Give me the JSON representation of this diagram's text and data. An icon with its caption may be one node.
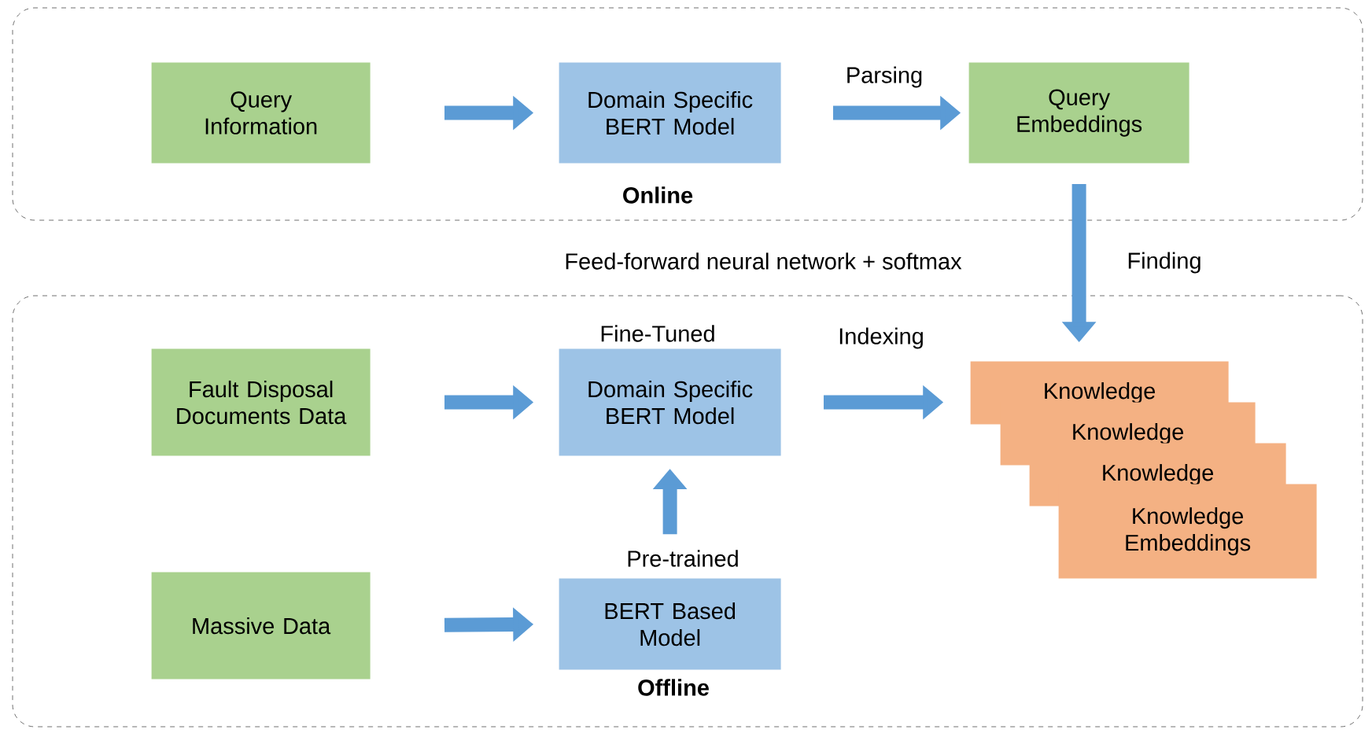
{
  "diagram": {
    "nodes": [
      {
        "text": [
          "Online"
        ]
      },
      {
        "text": [
          "Offline"
        ]
      },
      {
        "text": [
          "Query Information"
        ],
        "in": 0
      },
      {
        "text": [
          "Domain Specific BERT Model"
        ],
        "in": 0
      },
      {
        "text": [
          "Query Embeddings"
        ],
        "in": 0
      },
      {
        "text": [
          "Fault Disposal Documents Data"
        ],
        "in": 1
      },
      {
        "text": [
          "Domain Specific BERT Model"
        ],
        "in": 1,
        "beside": [
          "Fine-Tuned"
        ]
      },
      {
        "text": [
          "Massive Data"
        ],
        "in": 1
      },
      {
        "text": [
          "BERT Based Model"
        ],
        "in": 1,
        "beside": [
          "Pre-trained"
        ]
      },
      {
        "text": [
          "Knowledge"
        ],
        "in": 1
      },
      {
        "text": [
          "Knowledge"
        ],
        "in": 1
      },
      {
        "text": [
          "Knowledge"
        ],
        "in": 1
      },
      {
        "text": [
          "Knowledge Embeddings"
        ],
        "in": 1
      }
    ],
    "edges": [
      {
        "from": 2,
        "to": 3,
        "arrow": "to"
      },
      {
        "from": 3,
        "to": 4,
        "arrow": "to",
        "label": "Parsing"
      },
      {
        "from": 4,
        "to": 9,
        "arrow": "to",
        "label": "Finding"
      },
      {
        "from": 5,
        "to": 6,
        "arrow": "to"
      },
      {
        "from": 6,
        "to": 9,
        "arrow": "to",
        "label": "Indexing"
      },
      {
        "from": 7,
        "to": 8,
        "arrow": "to"
      },
      {
        "from": 8,
        "to": 6,
        "arrow": "to"
      }
    ],
    "labels": [
      "Feed-forward neural network + softmax"
    ]
  }
}
